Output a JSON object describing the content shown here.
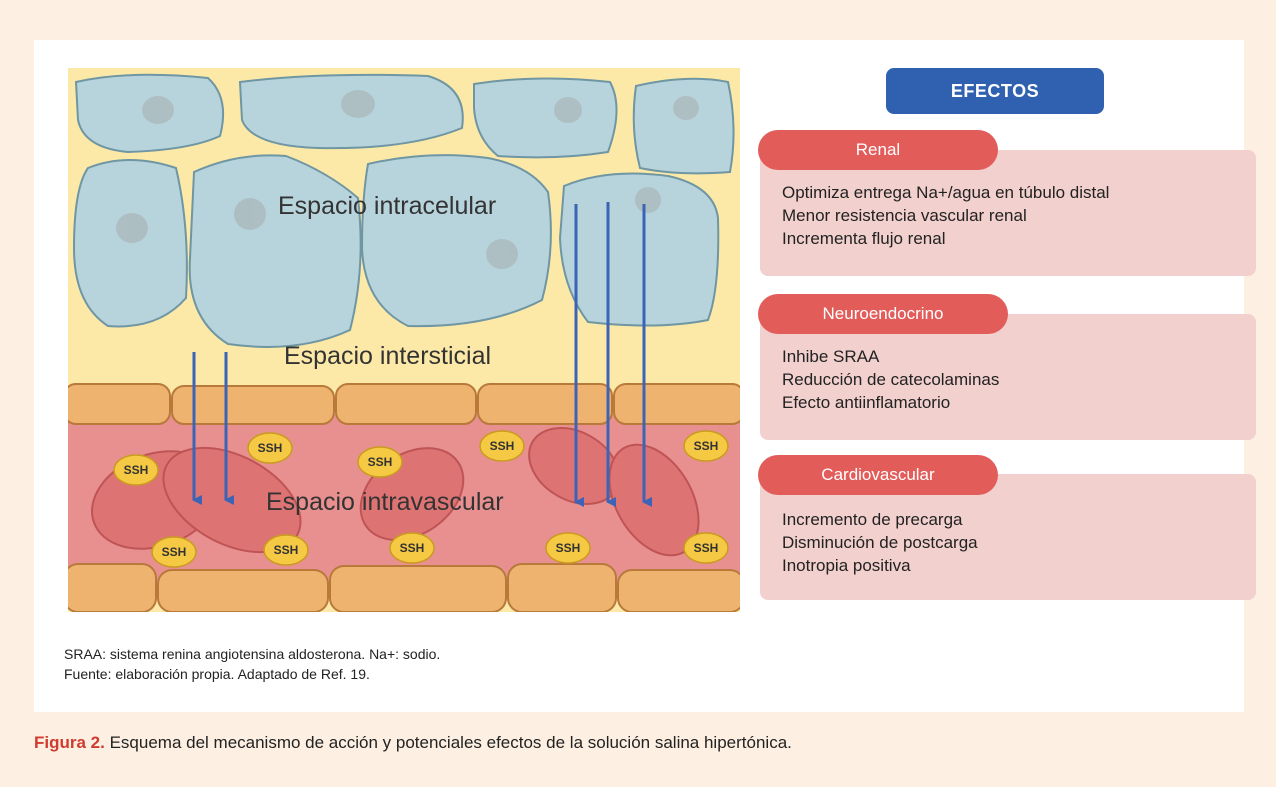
{
  "diagram": {
    "labels": {
      "intracelular": "Espacio intracelular",
      "intersticial": "Espacio intersticial",
      "intravascular": "Espacio intravascular"
    },
    "particle_label": "SSH",
    "colors": {
      "interstitial": "#fce9a8",
      "cell": "#b7d3dc",
      "vessel_wall": "#eeb46f",
      "vessel_lumen": "#e8908f",
      "red_cell": "#dd6e6f",
      "particle": "#f6c945",
      "arrow": "#3b63b6"
    }
  },
  "effects": {
    "title": "EFECTOS",
    "groups": [
      {
        "name": "Renal",
        "items": [
          "Optimiza entrega Na+/agua en túbulo distal",
          "Menor resistencia vascular renal",
          "Incrementa flujo renal"
        ]
      },
      {
        "name": "Neuroendocrino",
        "items": [
          "Inhibe SRAA",
          "Reducción de catecolaminas",
          "Efecto antiinflamatorio"
        ]
      },
      {
        "name": "Cardiovascular",
        "items": [
          "Incremento de precarga",
          "Disminución de postcarga",
          "Inotropia positiva"
        ]
      }
    ],
    "colors": {
      "title_bg": "#2f61b0",
      "pill_bg": "#e25c5a",
      "box_bg": "#f2d0cd"
    }
  },
  "footnote": {
    "line1": "SRAA: sistema renina angiotensina aldosterona. Na+: sodio.",
    "line2": "Fuente: elaboración propia. Adaptado de Ref. 19."
  },
  "caption": {
    "label": "Figura 2.",
    "text": " Esquema del mecanismo de acción y potenciales efectos de la solución salina hipertónica."
  }
}
